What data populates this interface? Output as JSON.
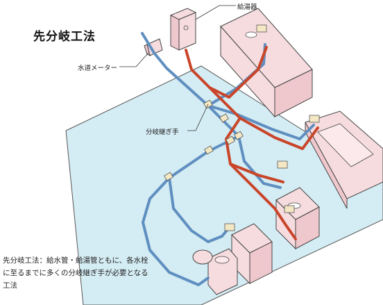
{
  "title": "先分岐工法",
  "labels": {
    "water_heater": "給湯器",
    "water_meter": "水道メーター",
    "branch_joint": "分岐継ぎ手"
  },
  "caption": "先分岐工法：給水管・給湯管ともに、各水栓に至るまでに多くの分岐継ぎ手が必要となる工法",
  "colors": {
    "floor": "#d4ecf3",
    "fixture": "#f6dcdf",
    "cold_pipe": "#5f8fc0",
    "hot_pipe": "#c9452a"
  }
}
